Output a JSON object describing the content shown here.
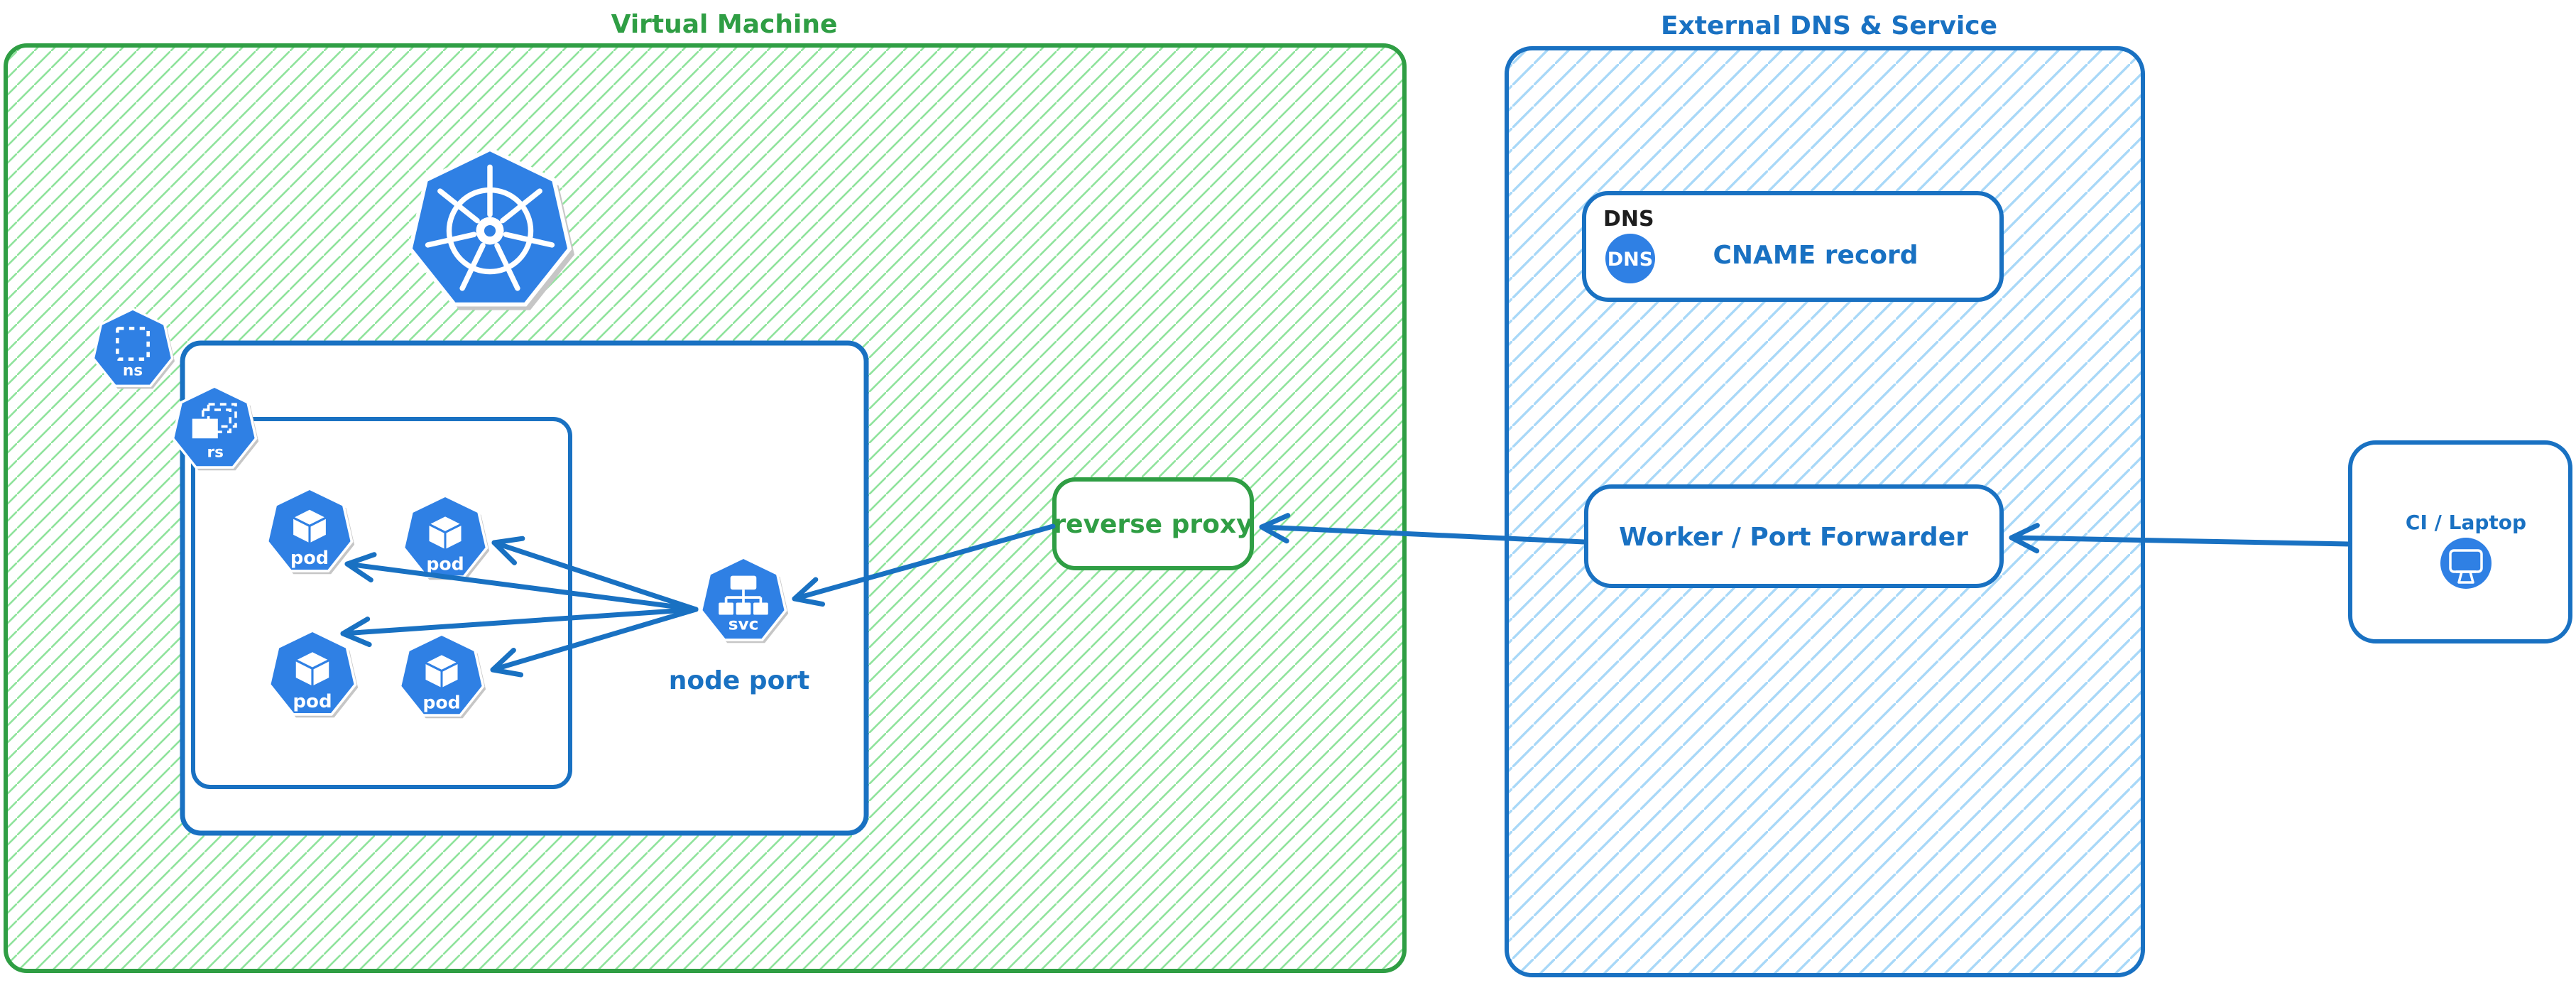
{
  "colors": {
    "green": "#2f9e44",
    "green_hatch": "#8fe39c",
    "blue": "#1971c2",
    "blue_hatch": "#a8d8f8",
    "icon_blue": "#2f80e4",
    "text_black": "#1e1e1e",
    "shadow_gray": "#c6c6c6",
    "card_white": "#ffffff"
  },
  "vm_group": {
    "title": "Virtual Machine",
    "node_port_label": "node port",
    "icon_labels": {
      "namespace": "ns",
      "replicaset": "rs",
      "pod": "pod",
      "service": "svc"
    }
  },
  "reverse_proxy": {
    "label": "reverse proxy"
  },
  "external_group": {
    "title": "External DNS & Service",
    "dns_card": {
      "tag": "DNS",
      "badge": "DNS",
      "label": "CNAME record"
    },
    "worker_card": {
      "label": "Worker / Port Forwarder"
    }
  },
  "ci_card": {
    "label": "CI / Laptop"
  }
}
